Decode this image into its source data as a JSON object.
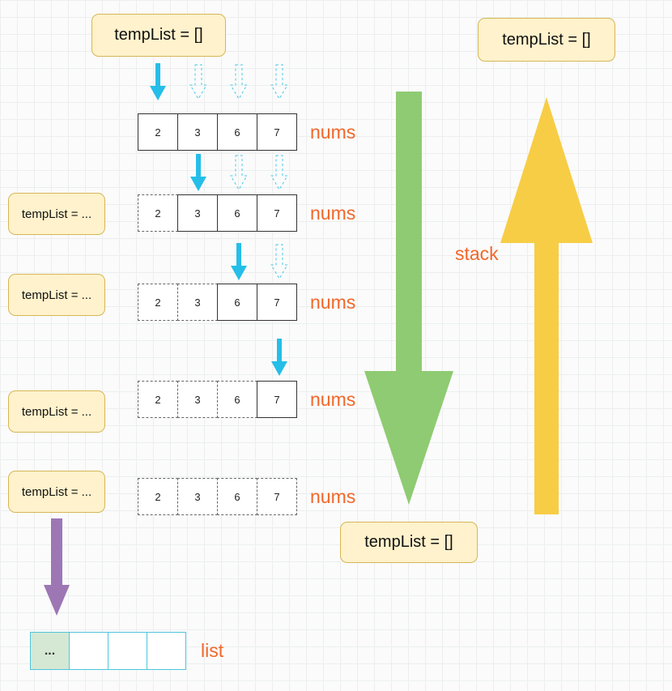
{
  "notes": {
    "top_left": {
      "text": "tempList = []"
    },
    "top_right": {
      "text": "tempList = []"
    },
    "bottom_center": {
      "text": "tempList = []"
    },
    "left": [
      {
        "text": "tempList = ..."
      },
      {
        "text": "tempList = ..."
      },
      {
        "text": "tempList = ..."
      },
      {
        "text": "tempList = ..."
      }
    ]
  },
  "arrays": [
    {
      "label": "nums",
      "values": [
        "2",
        "3",
        "6",
        "7"
      ],
      "dashed_cells": [],
      "arrow_solid_at": 0,
      "arrows_dashed_at": [
        1,
        2,
        3
      ]
    },
    {
      "label": "nums",
      "values": [
        "2",
        "3",
        "6",
        "7"
      ],
      "dashed_cells": [
        0
      ],
      "arrow_solid_at": 1,
      "arrows_dashed_at": [
        2,
        3
      ]
    },
    {
      "label": "nums",
      "values": [
        "2",
        "3",
        "6",
        "7"
      ],
      "dashed_cells": [
        0,
        1
      ],
      "arrow_solid_at": 2,
      "arrows_dashed_at": [
        3
      ]
    },
    {
      "label": "nums",
      "values": [
        "2",
        "3",
        "6",
        "7"
      ],
      "dashed_cells": [
        0,
        1,
        2
      ],
      "arrow_solid_at": 3,
      "arrows_dashed_at": []
    },
    {
      "label": "nums",
      "values": [
        "2",
        "3",
        "6",
        "7"
      ],
      "dashed_cells": [
        0,
        1,
        2,
        3
      ],
      "arrow_solid_at": null,
      "arrows_dashed_at": []
    }
  ],
  "stack_label": "stack",
  "list": {
    "label": "list",
    "cells": [
      "...",
      "",
      "",
      ""
    ]
  },
  "colors": {
    "note_bg": "#FFF2CC",
    "note_border": "#D6B656",
    "orange_label": "#F2672A",
    "cyan_arrow": "#25BEE8",
    "green_arrow": "#8FCB72",
    "yellow_arrow": "#F7CD45",
    "purple_arrow": "#9C77B4",
    "list_border": "#4DC5DB",
    "list_first_cell_bg": "#D5E8D4"
  }
}
